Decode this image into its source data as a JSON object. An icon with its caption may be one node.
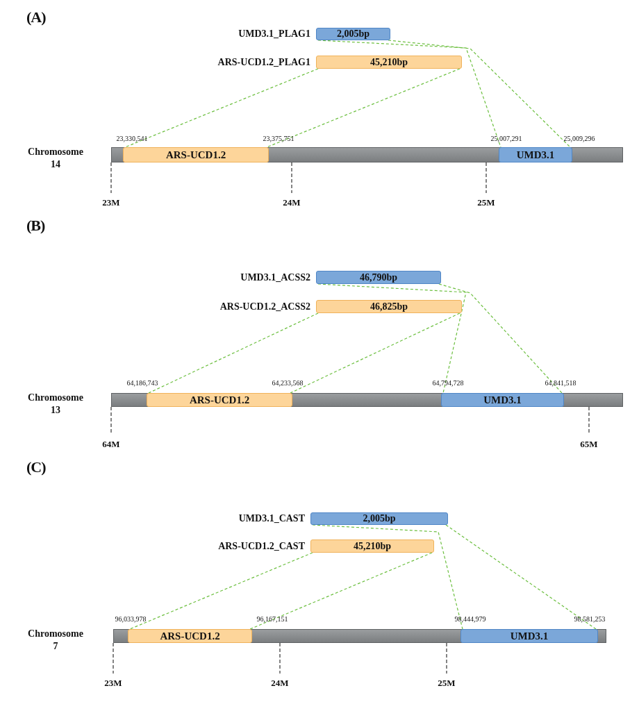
{
  "diagram": {
    "nodes": [
      {
        "text": [
          "2,005bp"
        ],
        "beside": [
          "UMD3.1_PLAG1"
        ]
      },
      {
        "text": [
          "45,210bp"
        ],
        "beside": [
          "ARS-UCD1.2_PLAG1"
        ]
      },
      {
        "text": [
          "Chromosome 14"
        ]
      },
      {
        "text": [
          "ARS-UCD1.2"
        ],
        "in": 2
      },
      {
        "text": [
          "UMD3.1"
        ],
        "in": 2
      },
      {
        "text": [
          "46,790bp"
        ],
        "beside": [
          "UMD3.1_ACSS2"
        ]
      },
      {
        "text": [
          "46,825bp"
        ],
        "beside": [
          "ARS-UCD1.2_ACSS2"
        ]
      },
      {
        "text": [
          "Chromosome 13"
        ]
      },
      {
        "text": [
          "ARS-UCD1.2"
        ],
        "in": 7
      },
      {
        "text": [
          "UMD3.1"
        ],
        "in": 7
      },
      {
        "text": [
          "2,005bp"
        ],
        "beside": [
          "UMD3.1_CAST"
        ]
      },
      {
        "text": [
          "45,210bp"
        ],
        "beside": [
          "ARS-UCD1.2_CAST"
        ]
      },
      {
        "text": [
          "Chromosome 7"
        ]
      },
      {
        "text": [
          "ARS-UCD1.2"
        ],
        "in": 12
      },
      {
        "text": [
          "UMD3.1"
        ],
        "in": 12
      }
    ],
    "edges": [
      {
        "from": 0,
        "to": 4,
        "arrow": "none",
        "style": "dashed"
      },
      {
        "from": 0,
        "to": 4,
        "arrow": "none",
        "style": "dashed"
      },
      {
        "from": 1,
        "to": 3,
        "arrow": "none",
        "style": "dashed"
      },
      {
        "from": 1,
        "to": 3,
        "arrow": "none",
        "style": "dashed"
      },
      {
        "from": 5,
        "to": 9,
        "arrow": "none",
        "style": "dashed"
      },
      {
        "from": 5,
        "to": 9,
        "arrow": "none",
        "style": "dashed"
      },
      {
        "from": 6,
        "to": 8,
        "arrow": "none",
        "style": "dashed"
      },
      {
        "from": 6,
        "to": 8,
        "arrow": "none",
        "style": "dashed"
      },
      {
        "from": 10,
        "to": 14,
        "arrow": "none",
        "style": "dashed"
      },
      {
        "from": 10,
        "to": 14,
        "arrow": "none",
        "style": "dashed"
      },
      {
        "from": 11,
        "to": 13,
        "arrow": "none",
        "style": "dashed"
      },
      {
        "from": 11,
        "to": 13,
        "arrow": "none",
        "style": "dashed"
      }
    ],
    "labels": [
      "(A)",
      "23,330,541",
      "23,375,751",
      "25,007,291",
      "25,009,296",
      "23M",
      "24M",
      "25M",
      "(B)",
      "64,186,743",
      "64,233,568",
      "64,794,728",
      "64,841,518",
      "64M",
      "65M",
      "(C)",
      "96,033,978",
      "96,167,151",
      "98,444,979",
      "98,581,253",
      "23M",
      "24M",
      "25M"
    ]
  }
}
